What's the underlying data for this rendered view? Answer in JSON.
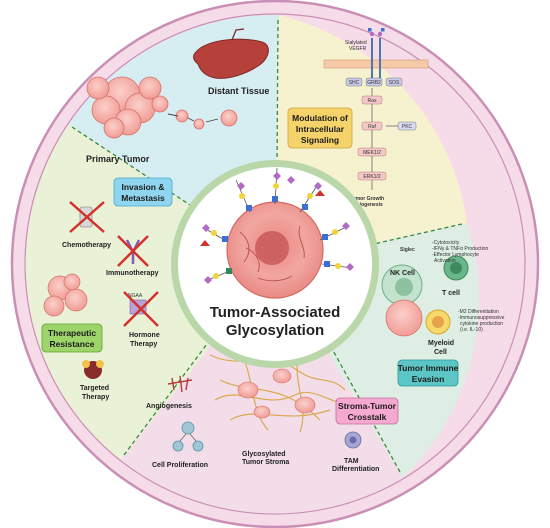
{
  "center": {
    "title_line1": "Tumor-Associated",
    "title_line2": "Glycosylation"
  },
  "segments": {
    "invasion": {
      "label_line1": "Invasion &",
      "label_line2": "Metastasis",
      "distant_tissue": "Distant Tissue",
      "primary_tumor": "Primary Tumor"
    },
    "signaling": {
      "label_line1": "Modulation of",
      "label_line2": "Intracellular",
      "label_line3": "Signaling",
      "receptor_line1": "Sialylated",
      "receptor_line2": "VEGFR",
      "adaptors": [
        "SHC",
        "GRB2",
        "SOS"
      ],
      "pathway": [
        "Ras",
        "Raf",
        "MEK1/2",
        "ERK1/2"
      ],
      "pkc": "PKC",
      "outcome_line1": "Tumor Growth",
      "outcome_line2": "Angiogenesis"
    },
    "immune": {
      "label_line1": "Tumor Immune",
      "label_line2": "Evasion",
      "siglec": "Siglec",
      "nk_cell": "NK Cell",
      "t_cell": "T cell",
      "nk_effects": [
        "-Cytotoxicity",
        "-IFNγ & TNFα Production",
        "-Effector Lymphocyte",
        "Activation"
      ],
      "myeloid_line1": "Myeloid",
      "myeloid_line2": "Cell",
      "myeloid_effects": [
        "-M2 Differentiation",
        "-Immunosuppressive",
        "cytokine production",
        "(i.e. IL-10)"
      ]
    },
    "stroma": {
      "label_line1": "Stroma-Tumor",
      "label_line2": "Crosstalk",
      "angiogenesis": "Angiogenesis",
      "cell_proliferation": "Cell Proliferation",
      "stroma_line1": "Glycosylated",
      "stroma_line2": "Tumor Stroma",
      "tam_line1": "TAM",
      "tam_line2": "Differentiation"
    },
    "resistance": {
      "label_line1": "Therapeutic",
      "label_line2": "Resistance",
      "chemotherapy": "Chemotherapy",
      "immunotherapy": "Immunotherapy",
      "ngaa": "NGAA",
      "hormone_line1": "Hormone",
      "hormone_line2": "Therapy",
      "targeted_line1": "Targeted",
      "targeted_line2": "Therapy"
    }
  },
  "colors": {
    "outer_ring": "#f6dbe9",
    "ring_edge": "#c98fb4",
    "invasion_bg": "#d6eef2",
    "signaling_bg": "#f6f1cf",
    "immune_bg": "#dfeee4",
    "stroma_bg": "#f2dde8",
    "resistance_bg": "#e9f2d6",
    "center_ring": "#b9d7a8",
    "invasion_box": "#8fd5ef",
    "signaling_box": "#f6d36a",
    "immune_box": "#5cc6c6",
    "stroma_box": "#f5a9d0",
    "resistance_box": "#9fd46b",
    "tumor": "#f2a6a0",
    "divider": "#3c8a3c"
  }
}
